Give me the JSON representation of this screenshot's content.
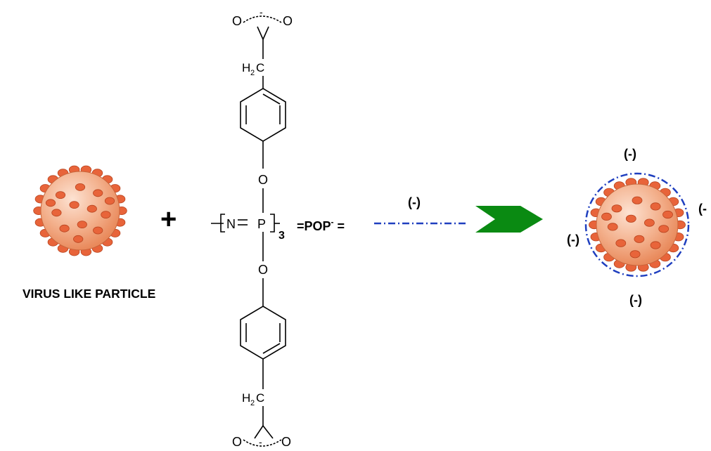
{
  "labels": {
    "virus": "VIRUS LIKE PARTICLE",
    "plus": "+",
    "pop_eq": "=POP",
    "pop_sup": "-",
    "pop_eq_tail": " =",
    "charge_line": "(-)",
    "charge_top": "(-)",
    "charge_left": "(-)",
    "charge_right": "(-",
    "charge_bottom": "(-)"
  },
  "chem": {
    "o_atom": "O",
    "minus": "-",
    "ch2_h": "H",
    "ch2_sub": "2",
    "ch2_c": "C",
    "n_atom": "N",
    "p_atom": "P",
    "repeat_sub": "3"
  },
  "colors": {
    "arrow": "#0a8a12",
    "dash": "#1f3fbf",
    "virus_body": "#f0a27a",
    "virus_spike": "#e8643a"
  }
}
